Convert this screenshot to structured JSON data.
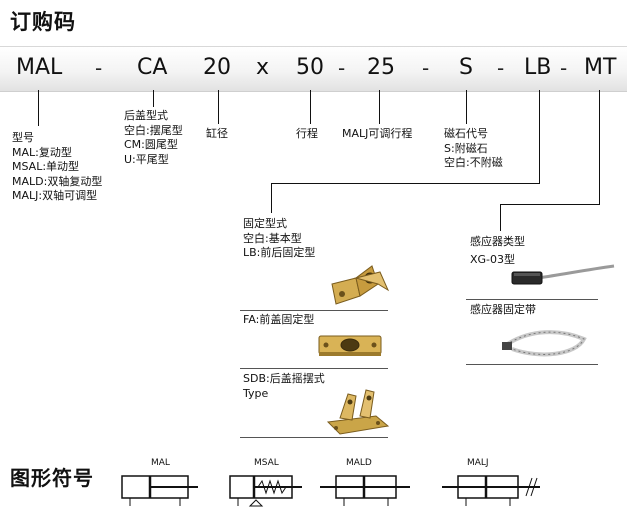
{
  "title": "订购码",
  "code_parts": [
    "MAL",
    "-",
    "CA",
    "20",
    "x",
    "50",
    "-",
    "25",
    "-",
    "S",
    "-",
    "LB",
    "-",
    "MT"
  ],
  "type_block": {
    "heading": "型号",
    "items": [
      "MAL:复动型",
      "MSAL:单动型",
      "MALD:双轴复动型",
      "MALJ:双轴可调型"
    ]
  },
  "rear_cover": {
    "heading": "后盖型式",
    "items": [
      "空白:摆尾型",
      "CM:圆尾型",
      "U:平尾型"
    ]
  },
  "bore": "缸径",
  "stroke": "行程",
  "malj_stroke": "MALJ可调行程",
  "magnet": {
    "heading": "磁石代号",
    "items": [
      "S:附磁石",
      "空白:不附磁"
    ]
  },
  "mounting": {
    "heading": "固定型式",
    "items": [
      "空白:基本型",
      "LB:前后固定型"
    ],
    "fa": "FA:前盖固定型",
    "sdb": "SDB:后盖摇摆式",
    "sdb_type": "Type"
  },
  "sensor": {
    "heading": "感应器类型",
    "model": "XG-03型",
    "band": "感应器固定带"
  },
  "symbols": {
    "heading": "图形符号",
    "labels": [
      "MAL",
      "MSAL",
      "MALD",
      "MALJ"
    ]
  },
  "colors": {
    "bracket_gold": "#c9a24a",
    "plate_gold": "#d9b356",
    "line": "#111111"
  }
}
